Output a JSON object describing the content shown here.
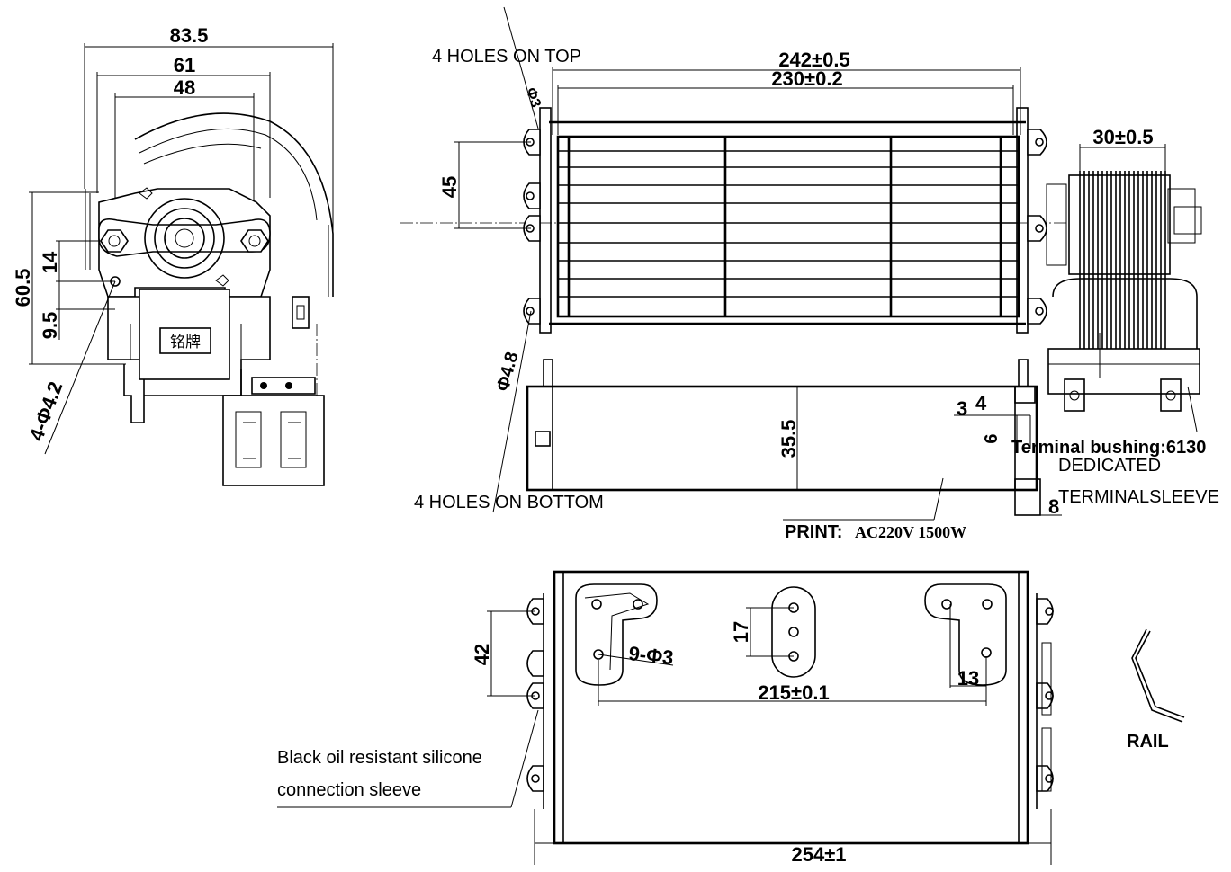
{
  "side_view": {
    "dims": {
      "width_overall": "83.5",
      "width_mid": "61",
      "width_inner": "48",
      "height": "60.5",
      "offset_a": "14",
      "offset_b": "9.5",
      "holes": "4-Φ4.2"
    },
    "plate_text": "铭牌"
  },
  "front_view": {
    "labels": {
      "holes_top": "4 HOLES ON TOP",
      "holes_bottom": "4 HOLES ON BOTTOM",
      "hole_top_dia": "Φ3",
      "hole_bottom_dia": "Φ4.8"
    },
    "dims": {
      "length_overall": "242±0.5",
      "length_rotor": "230±0.2",
      "hole_spacing": "45",
      "motor_width": "30±0.5",
      "height": "35.5",
      "dim_3": "3",
      "dim_4": "4",
      "dim_6": "6",
      "dim_8": "8"
    },
    "terminal": {
      "bushing": "Terminal bushing:6130",
      "dedicated": "DEDICATED",
      "sleeve": "TERMINALSLEEVE"
    },
    "print": {
      "label": "PRINT:",
      "value": "AC220V  1500W"
    }
  },
  "bottom_view": {
    "dims": {
      "hole_spacing": "42",
      "slot_spacing": "17",
      "holes": "9-Φ3",
      "center_distance": "215±0.1",
      "offset": "13",
      "length": "254±1"
    },
    "sleeve_note_line1": "Black oil resistant silicone",
    "sleeve_note_line2": "connection sleeve"
  },
  "rail": {
    "label": "RAIL"
  }
}
